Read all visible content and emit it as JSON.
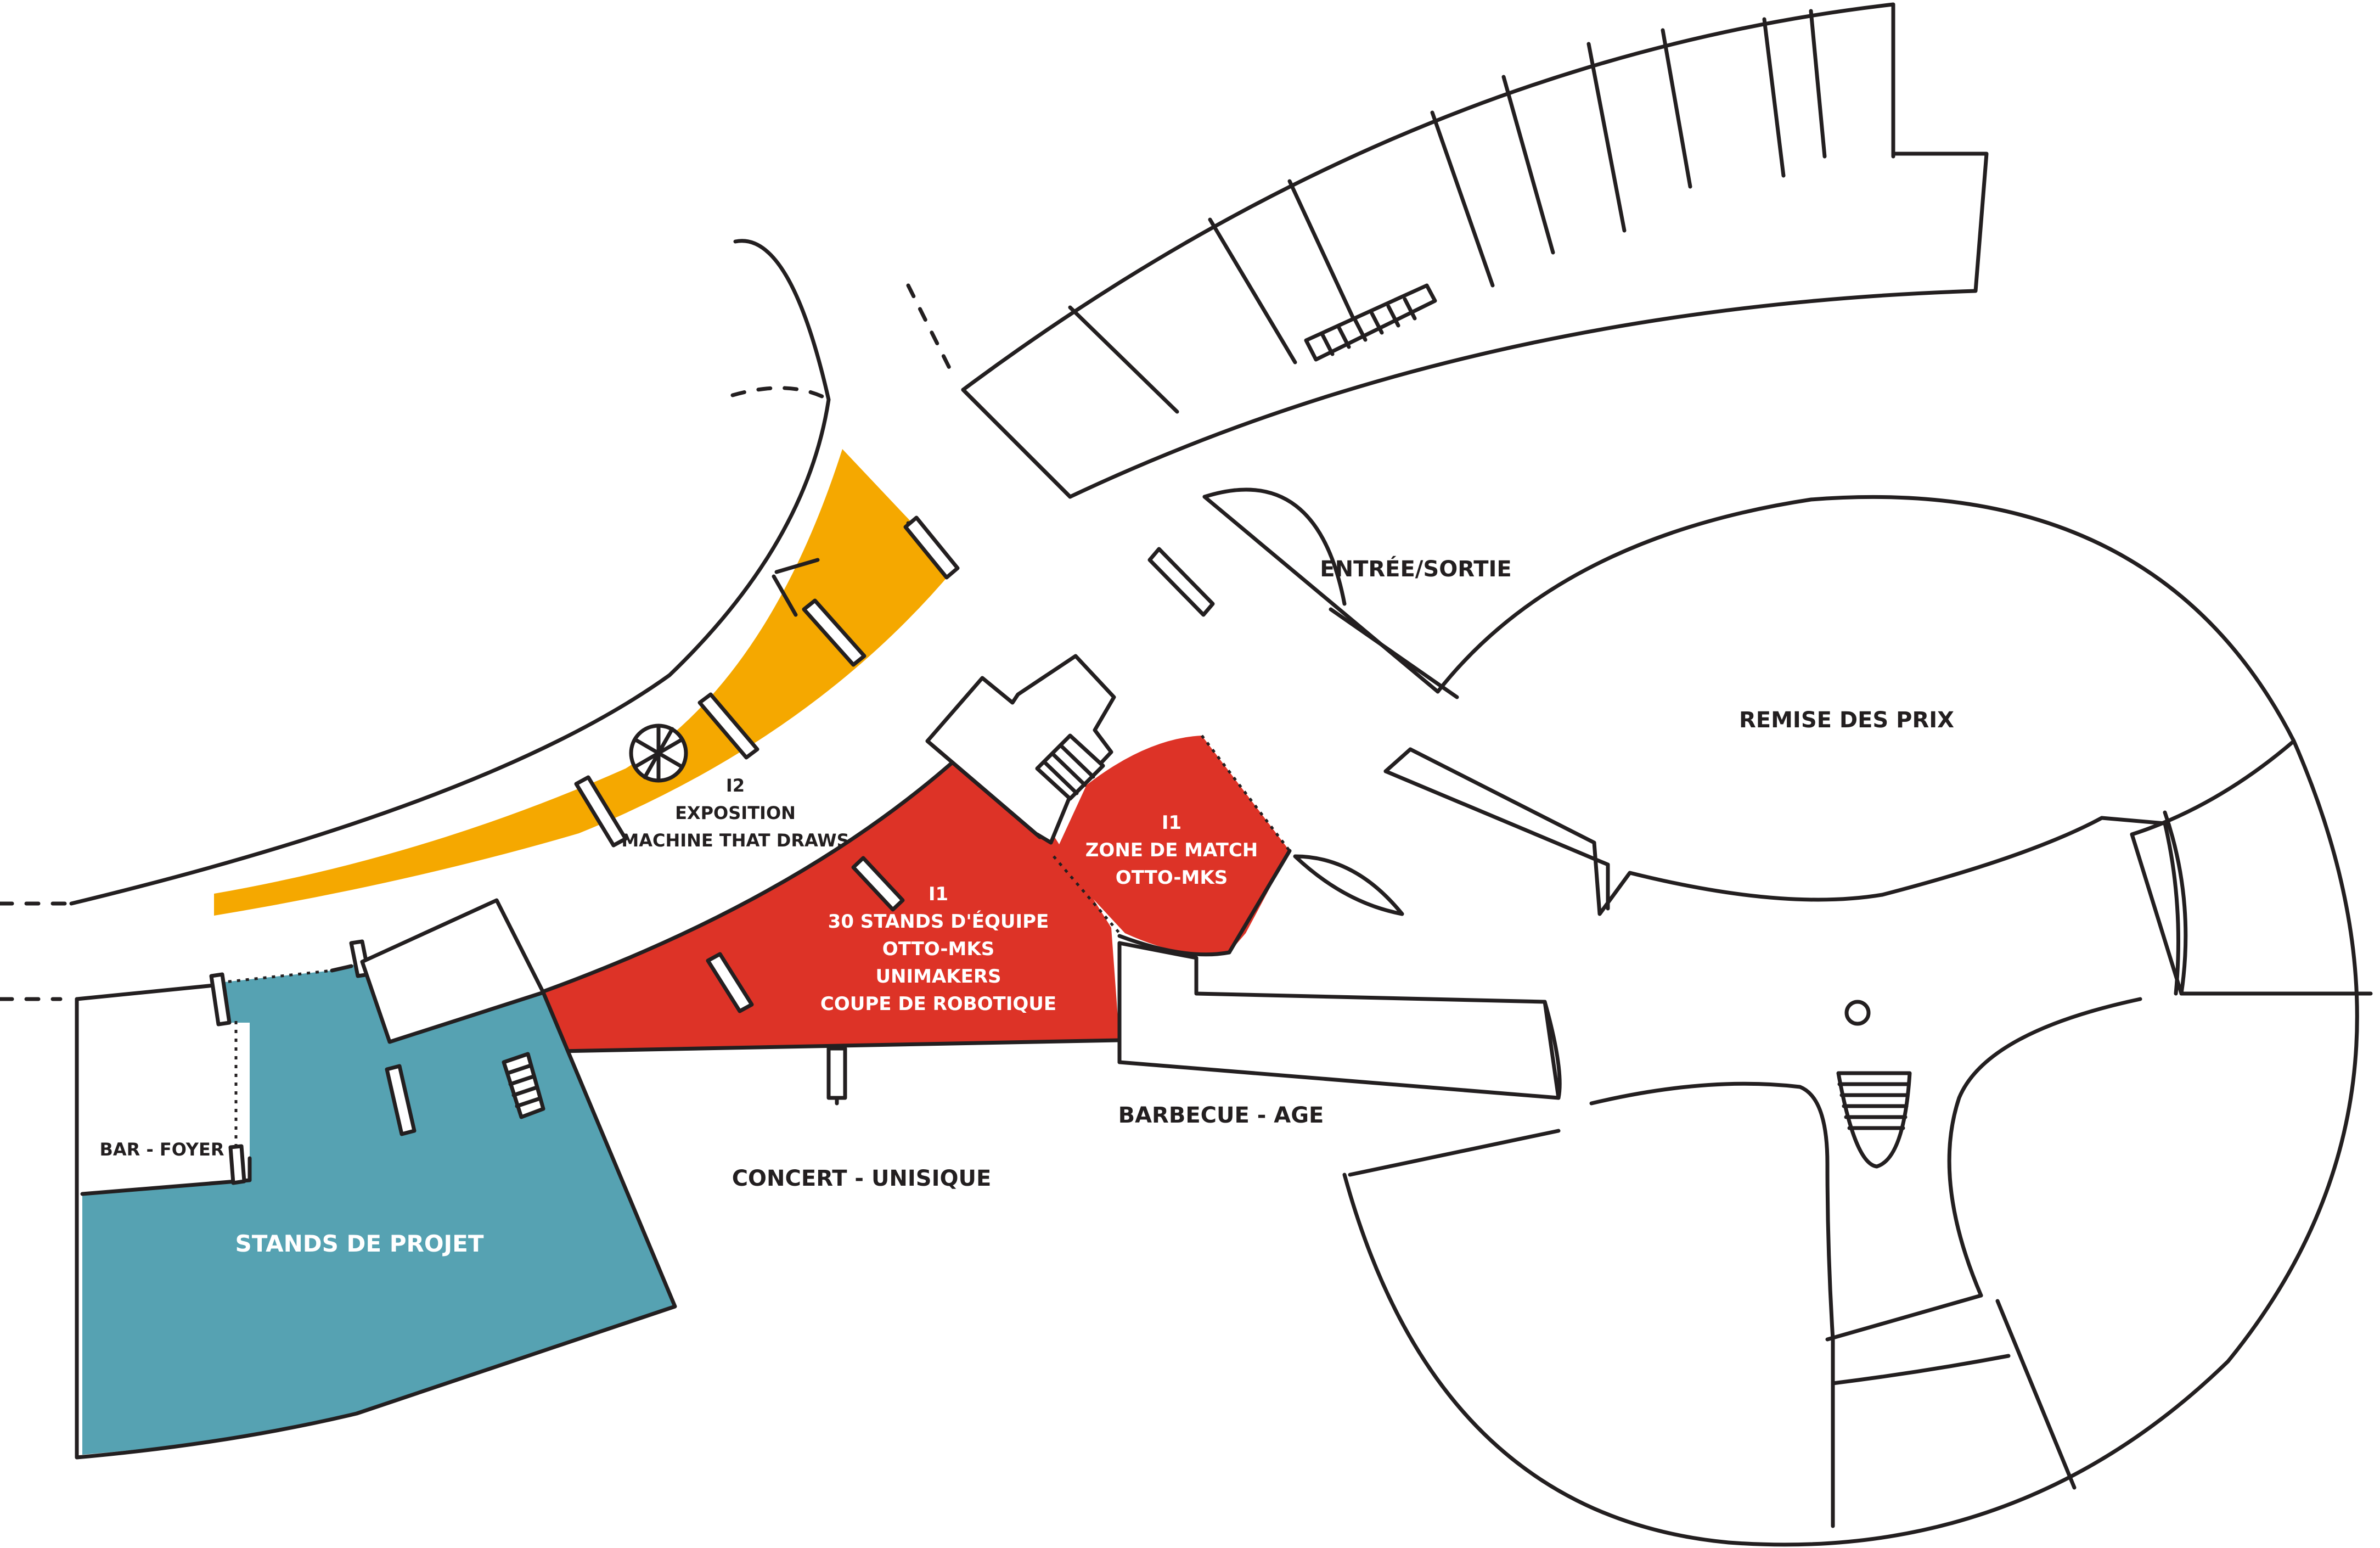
{
  "colors": {
    "orange_zone": "#f5a800",
    "red_zone": "#dd3327",
    "teal_zone": "#56a2b2",
    "line": "#231f20",
    "background": "#ffffff"
  },
  "zones": {
    "i2": {
      "code": "I2",
      "line1": "EXPOSITION",
      "line2": "MACHINE THAT DRAWS"
    },
    "i1_stands": {
      "code": "I1",
      "line1": "30 STANDS D'ÉQUIPE",
      "line2": "OTTO-MKS",
      "line3": "UNIMAKERS",
      "line4": "COUPE DE ROBOTIQUE"
    },
    "i1_match": {
      "code": "I1",
      "line1": "ZONE DE MATCH",
      "line2": "OTTO-MKS"
    },
    "stands_projet": "STANDS DE PROJET"
  },
  "labels": {
    "entree_sortie": "ENTRÉE/SORTIE",
    "remise_des_prix": "REMISE DES PRIX",
    "bar_foyer": "BAR - FOYER",
    "concert": "CONCERT - UNISIQUE",
    "barbecue": "BARBECUE - AGE"
  },
  "icons": {
    "spiral_stair": "spiral-staircase-icon",
    "stairs": "stairs-icon"
  }
}
